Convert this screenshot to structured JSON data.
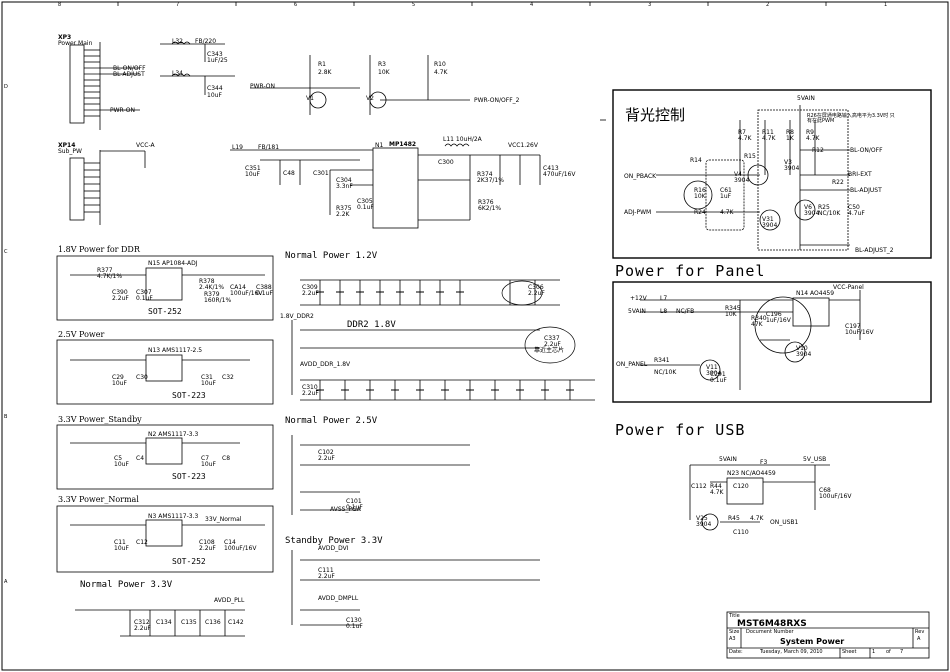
{
  "sections": {
    "ddr18": "1.8V Power for DDR",
    "p25": "2.5V Power",
    "p33sb": "3.3V Power_Standby",
    "p33n": "3.3V Power_Normal",
    "n12": "Normal Power 1.2V",
    "ddr2": "DDR2 1.8V",
    "n25": "Normal Power 2.5V",
    "sb33": "Standby Power 3.3V",
    "n33": "Normal Power 3.3V",
    "backlight": "背光控制",
    "panel": "Power for Panel",
    "usb": "Power for USB"
  },
  "packages": {
    "sot252a": "SOT-252",
    "sot223a": "SOT-223",
    "sot223b": "SOT-223",
    "sot252b": "SOT-252"
  },
  "chips": {
    "mp1482": "MP1482",
    "ap1084": "N15 AP1084-ADJ",
    "ams25": "N13 AMS1117-2.5",
    "ams33sb": "N2 AMS1117-3.3",
    "ams33n": "N3 AMS1117-3.3",
    "ao4459": "N14 AO4459",
    "usb_chip": "N23 NC/AO4459"
  },
  "connectors": {
    "xp3": "XP3",
    "xp3_sub": "Power Main",
    "xp14": "XP14",
    "xp14_sub": "Sub_PW"
  },
  "nets": {
    "bl_onoff": "BL-ON/OFF",
    "bl_adjust": "BL-ADJUST",
    "pwr_on": "PWR-ON",
    "pwr_onoff2": "PWR-ON/OFF_2",
    "vcc_panel": "VCC-Panel",
    "on_panel": "ON_PANEL",
    "on_usb": "ON_USB1",
    "v5_usb": "5V_USB",
    "v5ain": "5VAIN",
    "v12": "+12V",
    "on_pback": "ON_PBACK",
    "adj_pwm": "ADJ-PWM",
    "bri_ext": "BRI-EXT",
    "bl_adjust2": "BL-ADJUST_2",
    "bl_onoff2": "BL-ON/OFF",
    "vcc1": "VCC1.26V",
    "vcc_a": "VCC-A",
    "avdd_ddr": "AVDD_DDR_1.8V",
    "avss_pga": "AVSS_PGA",
    "avdd_pll": "AVDD_PLL",
    "avdd_dvi": "AVDD_DVI",
    "avdd_dmpll": "AVDD_DMPLL",
    "v33_normal": "33V_Normal",
    "v18_ddr2": "1.8V_DDR2"
  },
  "notes": {
    "bl_note": "R26在屏通电路输入高电平为3.3V时 只有在此PWM",
    "ddr_note": "靠近主芯片"
  },
  "labels": {
    "l32": "L32",
    "fb220": "FB/220",
    "c343": "C343",
    "c343v": "1uF/25",
    "c344": "C344",
    "c344v": "10uF",
    "l34": "L34",
    "r1": "R1",
    "r1v": "2.8K",
    "r3": "R3",
    "r3v": "10K",
    "r10": "R10",
    "r10v": "4.7K",
    "v1": "V1",
    "v2": "V2",
    "n1": "N1",
    "l11": "L11 10uH/2A",
    "c300": "C300",
    "c413": "C413",
    "c413v": "470uF/16V",
    "r374": "R374",
    "r374v": "2K37/1%",
    "r376": "R376",
    "r376v": "6K2/1%",
    "c304": "C304",
    "c304v": "3.3nF",
    "r375": "R375",
    "r375v": "2.2K",
    "c305": "C305",
    "c305v": "0.1uF",
    "l19": "L19",
    "fb181": "FB/181",
    "c351": "C351",
    "c351v": "10uF",
    "c48": "C48",
    "c301": "C301",
    "r377": "R377",
    "r377v": "4.7K/1%",
    "c390": "C390",
    "c390v": "2.2uF",
    "c307": "C307",
    "c307v": "0.1uF",
    "r378": "R378",
    "r378v": "2.4K/1%",
    "r379": "R379",
    "r379v": "160R/1%",
    "ca14": "CA14",
    "ca14v": "100uF/16V",
    "c388": "C388",
    "c388v": "0.1uF",
    "c29": "C29",
    "c29v": "10uF",
    "c30": "C30",
    "c31": "C31",
    "c31v": "10uF",
    "c32": "C32",
    "c5": "C5",
    "c5v": "10uF",
    "c4": "C4",
    "c7": "C7",
    "c7v": "10uF",
    "c8": "C8",
    "c11": "C11",
    "c11v": "10uF",
    "c12": "C12",
    "c108": "C108",
    "c108v": "2.2uF",
    "c14": "C14",
    "c14v": "100uF/16V",
    "c312": "C312",
    "c312v": "2.2uF",
    "c134": "C134",
    "c135": "C135",
    "c136": "C136",
    "c142": "C142",
    "cv01": "0.1uF",
    "c309": "C309",
    "c309v": "2.2uF",
    "c306": "C306",
    "c306v": "2.2uF",
    "c337": "C337",
    "c337v": "2.2uF",
    "c310": "C310",
    "c310v": "2.2uF",
    "c102": "C102",
    "c102v": "2.2uF",
    "c101": "C101",
    "c101v": "0.1uF",
    "c111": "C111",
    "c111v": "2.2uF",
    "c130": "C130",
    "c130v": "0.1uF",
    "r7": "R7",
    "r7v": "4.7K",
    "r11": "R11",
    "r11v": "4.7K",
    "r8": "R8",
    "r8v": "1K",
    "r9": "R9",
    "r9v": "4.7K",
    "v3": "V3",
    "v3v": "3904",
    "v4": "V4",
    "v4v": "3904",
    "v31": "V31",
    "v31v": "3904",
    "v6": "V6",
    "v6v": "3904",
    "r16": "R16",
    "r16v": "10K",
    "c61": "C61",
    "c61v": "1uF",
    "r24": "R24",
    "r24v": "4.7K",
    "r25": "R25",
    "r25v": "NC/10K",
    "c50": "C50",
    "c50v": "4.7uF",
    "r12": "R12",
    "r22": "R22",
    "r14": "R14",
    "r15": "R15",
    "l7": "L7",
    "l8": "L8",
    "ncfb": "NC/FB",
    "c196": "C196",
    "c196v": "1uF/16V",
    "r345": "R345",
    "r345v": "10K",
    "c197": "C197",
    "c197v": "10uF/16V",
    "r340": "R340",
    "r340v": "47K",
    "v10": "V10",
    "v10v": "3904",
    "r341": "R341",
    "r341v": "NC/10K",
    "v11": "V11",
    "v11v": "3904",
    "c201": "C201",
    "c201v": "0.1uF",
    "c112": "C112",
    "r44": "R44",
    "r44v": "4.7K",
    "c120": "C120",
    "f3": "F3",
    "c68": "C68",
    "c68v": "100uF/16V",
    "v25": "V25",
    "v25v": "3904",
    "r45": "R45",
    "r45v": "4.7K",
    "c110": "C110"
  },
  "title_block": {
    "title_label": "Title",
    "title": "MST6M48RXS",
    "size_label": "Size",
    "size": "A3",
    "docnum_label": "Document Number",
    "docnum": "System Power",
    "rev_label": "Rev",
    "rev": "A",
    "date_label": "Date:",
    "date": "Tuesday, March 09, 2010",
    "sheet_label": "Sheet",
    "sheet": "1",
    "of_label": "of",
    "of": "7"
  },
  "frame": {
    "cols_top": [
      "8",
      "7",
      "6",
      "5",
      "4",
      "3",
      "2",
      "1"
    ],
    "rows_left": [
      "D",
      "C",
      "B",
      "A"
    ]
  }
}
